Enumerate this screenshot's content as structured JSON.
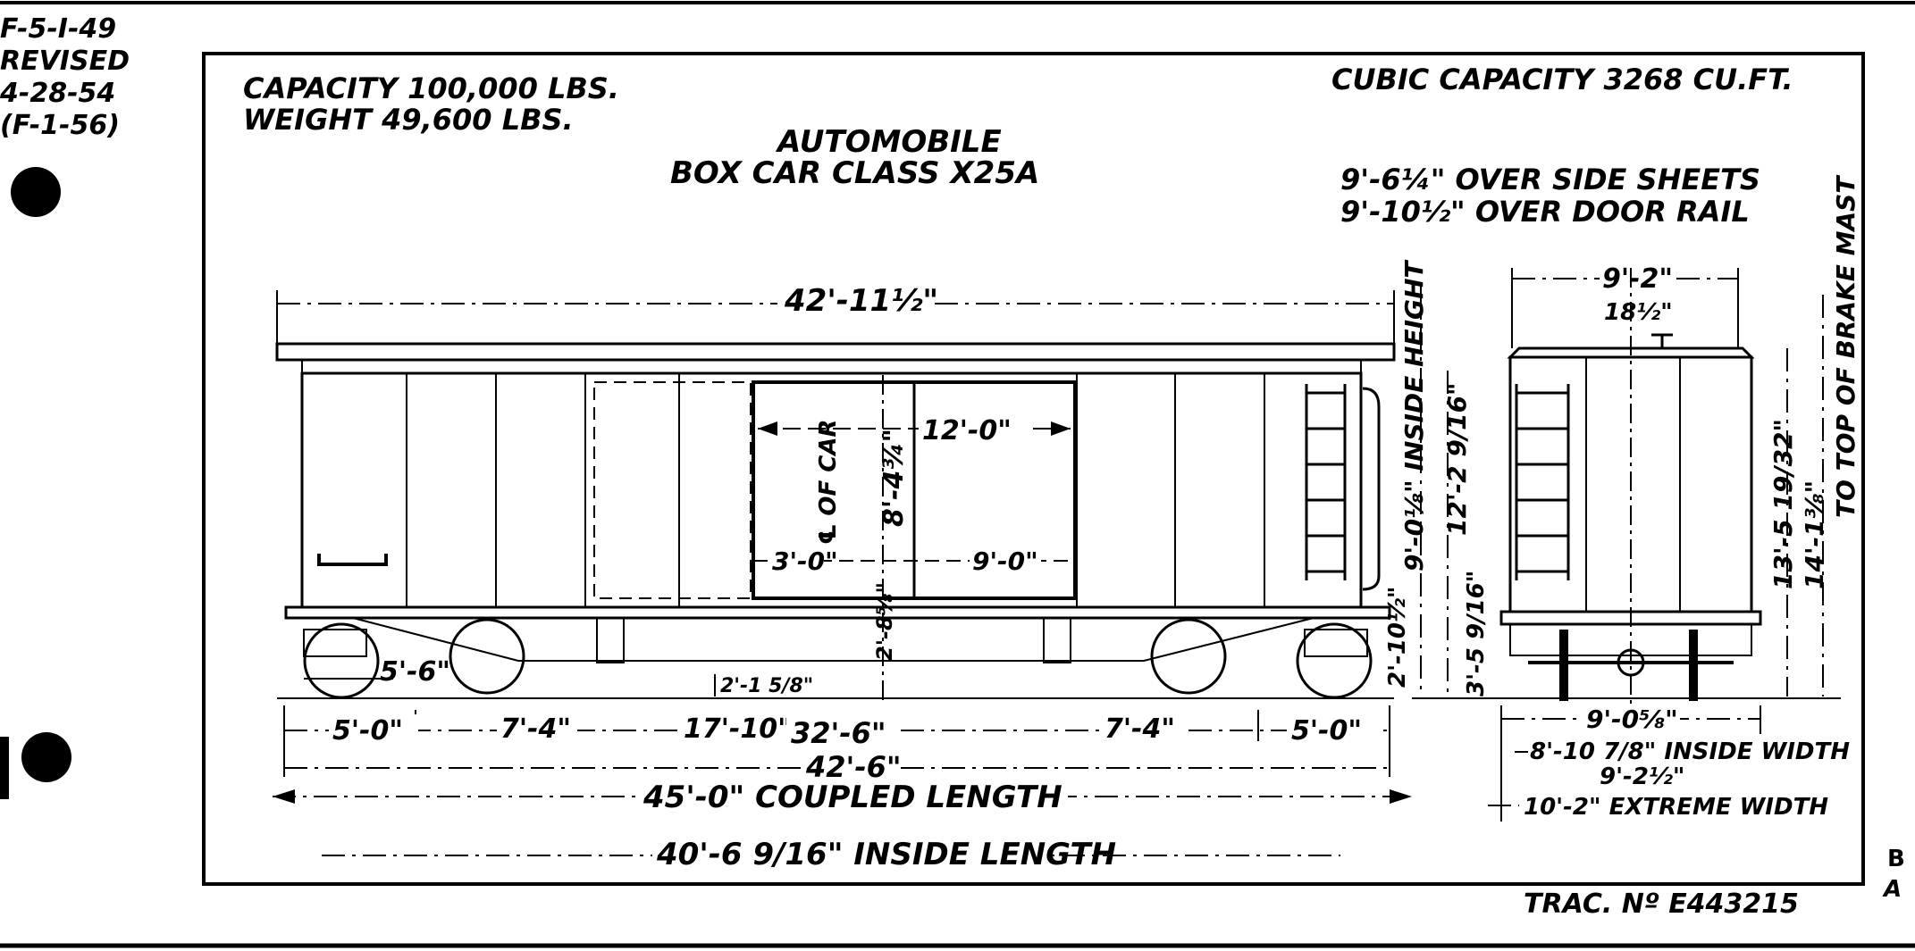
{
  "margin_note": {
    "line1": "F-5-I-49",
    "line2": "REVISED",
    "line3": "4-28-54",
    "line4": "(F-1-56)"
  },
  "header": {
    "capacity": "CAPACITY 100,000 LBS.",
    "weight": "WEIGHT 49,600 LBS.",
    "title_line1": "AUTOMOBILE",
    "title_line2": "BOX CAR CLASS X25A",
    "cubic_capacity": "CUBIC CAPACITY 3268 CU.FT.",
    "over_side_sheets": "9'-6¼\" OVER SIDE SHEETS",
    "over_door_rail": "9'-10½\" OVER DOOR RAIL"
  },
  "side_view": {
    "overall_length": "42'-11½\"",
    "door_opening": "12'-0\"",
    "door_center": "8'-4¾\"",
    "center_of_car": "℄ OF CAR",
    "offset_left": "3'-0\"",
    "offset_right": "9'-0\"",
    "center_height": "2'-8⅝\"",
    "inside_height": "9'-0⅛\" INSIDE HEIGHT",
    "height_to_roof": "12'-2 9/16\"",
    "wheelbase": "5'-6\"",
    "bottom_clearance": "2'-1 5/8\"",
    "height_a": "2'-10½\"",
    "height_b": "3'-5 9/16\"",
    "end_left": "5'-0\"",
    "seg_left": "7'-4\"",
    "seg_mid": "17'-10\"",
    "truck_centers": "32'-6\"",
    "seg_right": "7'-4\"",
    "end_right": "5'-0\"",
    "length_over_sills": "42'-6\"",
    "coupled_length": "45'-0\" COUPLED LENGTH",
    "inside_length": "40'-6 9/16\" INSIDE LENGTH"
  },
  "end_view": {
    "top_width": "9'-2\"",
    "roof_walk": "18½\"",
    "height_rail": "13'-5 19/32\"",
    "height_roof": "14'-1⅜\"",
    "brake_mast": "TO TOP OF BRAKE MAST",
    "width_over_sills": "9'-0⅝\"",
    "inside_width": "8'-10 7/8\" INSIDE WIDTH",
    "width_small": "9'-2½\"",
    "extreme_width": "10'-2\" EXTREME WIDTH"
  },
  "footer": {
    "tracing_number": "TRAC. Nº E443215",
    "corner_mark_1": "B",
    "corner_mark_2": "A"
  }
}
